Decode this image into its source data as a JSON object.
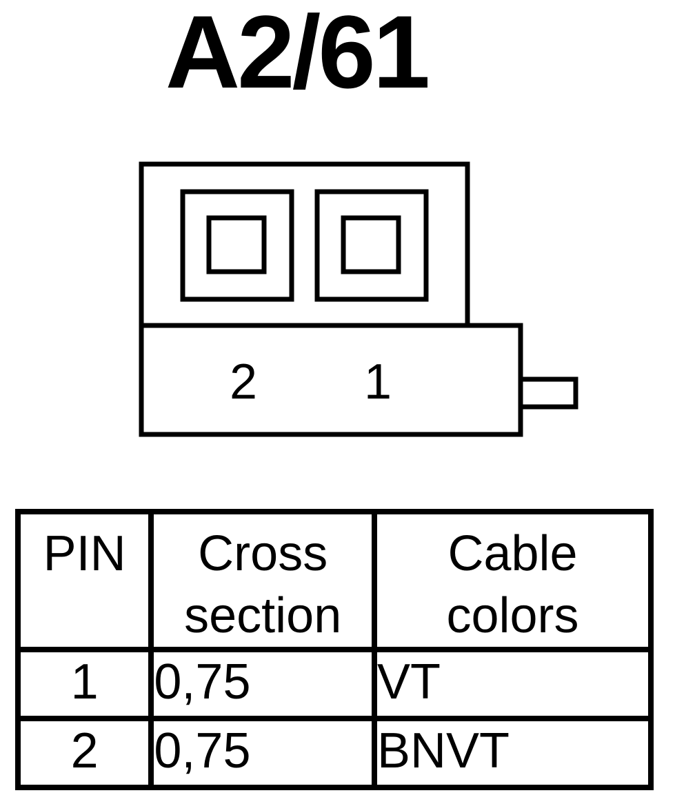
{
  "title": "A2/61",
  "connector": {
    "pin_labels": [
      "2",
      "1"
    ]
  },
  "table": {
    "headers": {
      "pin": "PIN",
      "cross_section": [
        "Cross",
        "section"
      ],
      "cable_colors": [
        "Cable",
        "colors"
      ]
    },
    "rows": [
      {
        "pin": "1",
        "cross_section": "0,75",
        "cable_color": "VT"
      },
      {
        "pin": "2",
        "cross_section": "0,75",
        "cable_color": "BNVT"
      }
    ]
  }
}
